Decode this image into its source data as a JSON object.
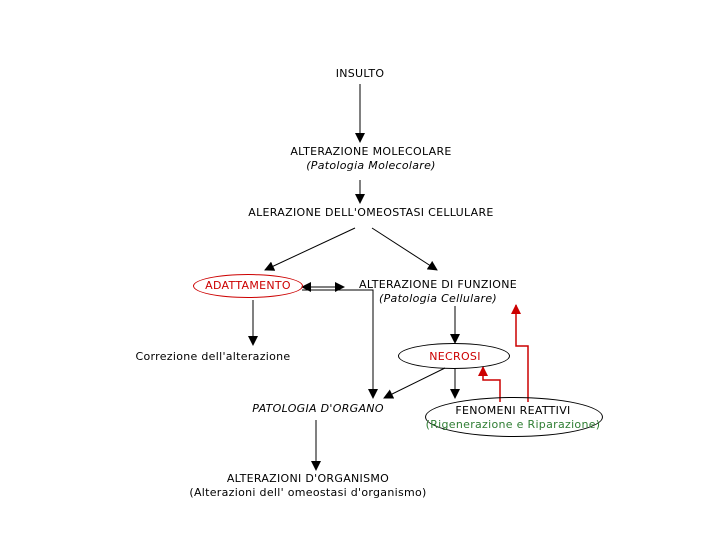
{
  "nodes": {
    "insulto": {
      "label": "INSULTO"
    },
    "alterazione_molecolare": {
      "label": "ALTERAZIONE MOLECOLARE",
      "sub": "(Patologia Molecolare)"
    },
    "omeostasi": {
      "label": "ALERAZIONE DELL'OMEOSTASI CELLULARE"
    },
    "adattamento": {
      "label": "ADATTAMENTO"
    },
    "alterazione_funzione": {
      "label": "ALTERAZIONE DI FUNZIONE",
      "sub": "(Patologia Cellulare)"
    },
    "correzione": {
      "label": "Correzione dell'alterazione"
    },
    "necrosi": {
      "label": "NECROSI"
    },
    "patologia_organo": {
      "label": "PATOLOGIA D'ORGANO"
    },
    "fenomeni": {
      "label": "FENOMENI REATTIVI",
      "sub": "(Rigenerazione e Riparazione)"
    },
    "organismo": {
      "label": "ALTERAZIONI D'ORGANISMO",
      "sub": "(Alterazioni dell' omeostasi d'organismo)"
    }
  },
  "colors": {
    "black": "#000000",
    "red": "#cc0000",
    "green": "#2e7d32"
  }
}
